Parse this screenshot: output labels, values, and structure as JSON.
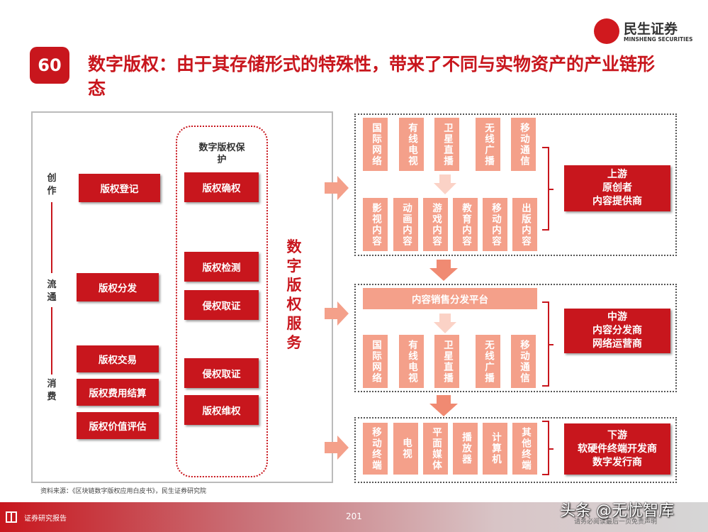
{
  "badge": "60",
  "title": "数字版权：由于其存储形式的特殊性，带来了不同与实物资产的产业链形态",
  "logo": {
    "cn": "民生证券",
    "en": "MINSHENG SECURITIES"
  },
  "left": {
    "stages": [
      "创作",
      "流通",
      "消费"
    ],
    "boxes": [
      "版权登记",
      "版权分发",
      "版权交易",
      "版权费用结算",
      "版权价值评估"
    ],
    "protect_title": "数字版权保护",
    "protect": [
      "版权确权",
      "版权检测",
      "侵权取证",
      "侵权取证",
      "版权维权"
    ],
    "service": "数字版权服务"
  },
  "upstream": {
    "row1": [
      "国际网络",
      "有线电视",
      "卫星直播",
      "无线广播",
      "移动通信"
    ],
    "row2": [
      "影视内容",
      "动画内容",
      "游戏内容",
      "教育内容",
      "移动内容",
      "出版内容"
    ],
    "label": [
      "上游",
      "原创者",
      "内容提供商"
    ]
  },
  "midstream": {
    "platform": "内容销售分发平台",
    "row": [
      "国际网络",
      "有线电视",
      "卫星直播",
      "无线广播",
      "移动通信"
    ],
    "label": [
      "中游",
      "内容分发商",
      "网络运营商"
    ]
  },
  "downstream": {
    "row": [
      "移动终端",
      "电视",
      "平面媒体",
      "播放器",
      "计算机",
      "其他终端"
    ],
    "label": [
      "下游",
      "软硬件终端开发商",
      "数字发行商"
    ]
  },
  "source": "资料来源：《区块链数字版权应用白皮书》，民生证券研究院",
  "footer": {
    "label": "证券研究报告",
    "page": "201",
    "disclaimer": "请务必阅读最后一页免责声明",
    "watermark": "头条 @无忧智库"
  }
}
